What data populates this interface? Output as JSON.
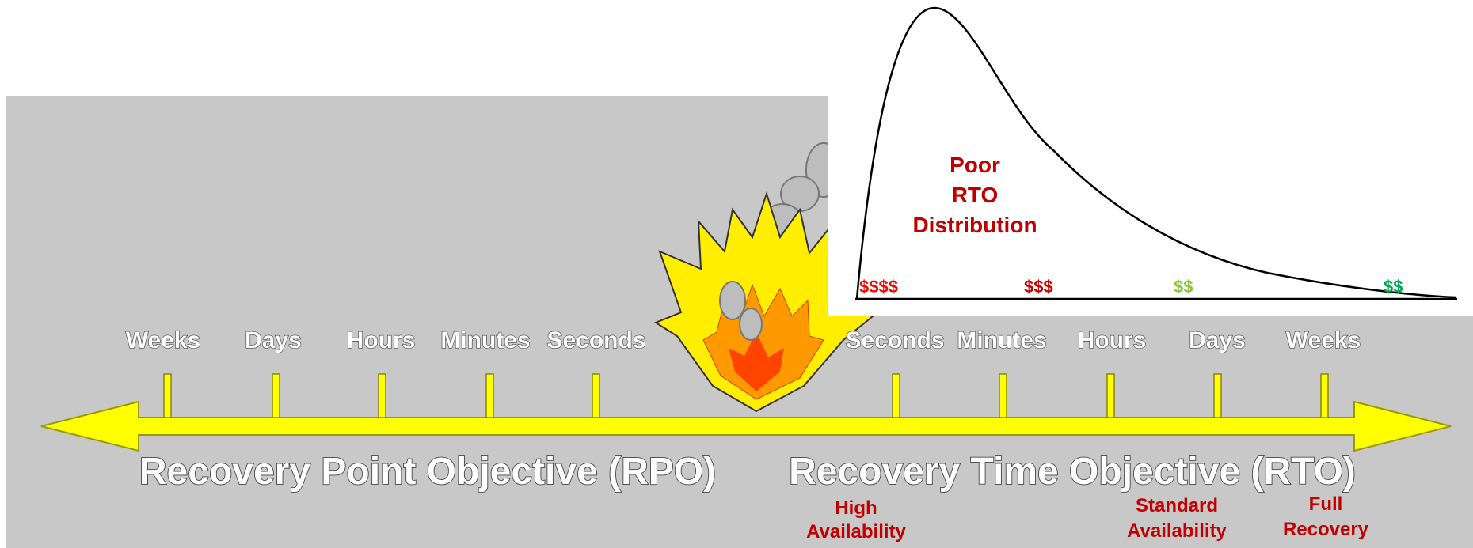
{
  "colors": {
    "panel_bg": "#c8c8c8",
    "arrow": "#ffff00",
    "arrow_stroke": "#999900",
    "label_red": "#c00000",
    "cost_high": "#ff0000",
    "cost_mid": "#cc0000",
    "cost_light": "#8cc63f",
    "cost_low": "#00a651"
  },
  "rpo": {
    "ticks": [
      "Weeks",
      "Days",
      "Hours",
      "Minutes",
      "Seconds"
    ],
    "label": "Recovery Point Objective (RPO)"
  },
  "rto": {
    "ticks": [
      "Seconds",
      "Minutes",
      "Hours",
      "Days",
      "Weeks"
    ],
    "label": "Recovery Time Objective (RTO)",
    "availability": [
      "High",
      "Availability",
      "Standard",
      "Availability",
      "Full",
      "Recovery"
    ]
  },
  "distribution": {
    "title": [
      "Poor",
      "RTO",
      "Distribution"
    ],
    "costs": [
      "$$$$",
      "$$$",
      "$$",
      "$$"
    ]
  },
  "icons": [
    "disaster-fire-icon",
    "smoke-icon"
  ]
}
